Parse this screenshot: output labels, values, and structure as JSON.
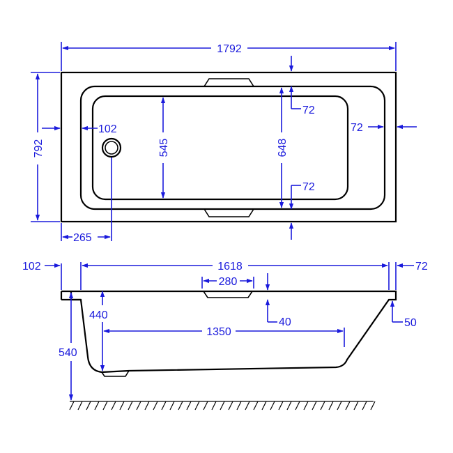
{
  "plan_view": {
    "overall_length": "1792",
    "overall_width": "792",
    "rim_left": "102",
    "rim_side": "72",
    "interior_width": "545",
    "inner_width": "648",
    "rim_top": "72",
    "rim_bottom": "72",
    "waste_offset": "265"
  },
  "side_view": {
    "rim_left": "102",
    "inner_length": "1618",
    "rim_right": "72",
    "headrest_length": "280",
    "rim_depth": "40",
    "inner_depth": "440",
    "total_height": "540",
    "base_length": "1350",
    "right_rim_height": "50"
  }
}
